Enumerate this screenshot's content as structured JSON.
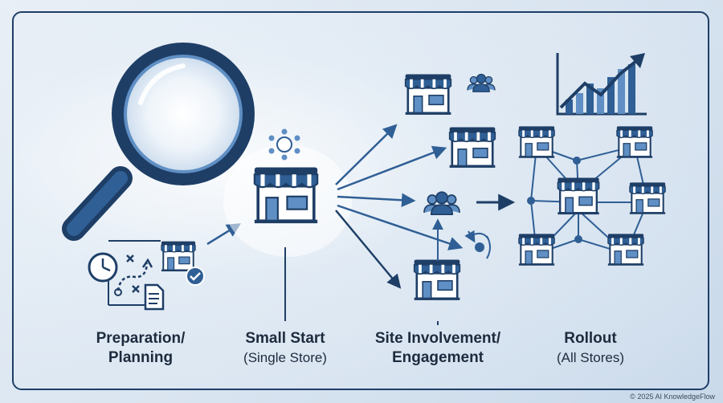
{
  "stages": [
    {
      "line1": "Preparation/",
      "line2": "Planning"
    },
    {
      "line1": "Small Start",
      "line2": "(Single Store)"
    },
    {
      "line1": "Site Involvement/",
      "line2": "Engagement"
    },
    {
      "line1": "Rollout",
      "line2": "(All Stores)"
    }
  ],
  "copyright": "© 2025 AI KnowledgeFlow",
  "icons": {
    "magnifier": "magnifying-glass-icon",
    "planning": [
      "clock-icon",
      "strategy-plan-icon",
      "document-icon",
      "store-icon",
      "checkmark-icon"
    ],
    "pilot": [
      "store-icon",
      "network-node-icon"
    ],
    "engagement": [
      "store-icon",
      "people-group-icon",
      "feedback-signal-icon"
    ],
    "rollout": [
      "growth-chart-icon",
      "store-network-icon"
    ]
  },
  "colors": {
    "navy": "#1e3e66",
    "blue": "#2f5f95",
    "light_blue": "#5f8fc4",
    "text": "#1d2b3e"
  }
}
